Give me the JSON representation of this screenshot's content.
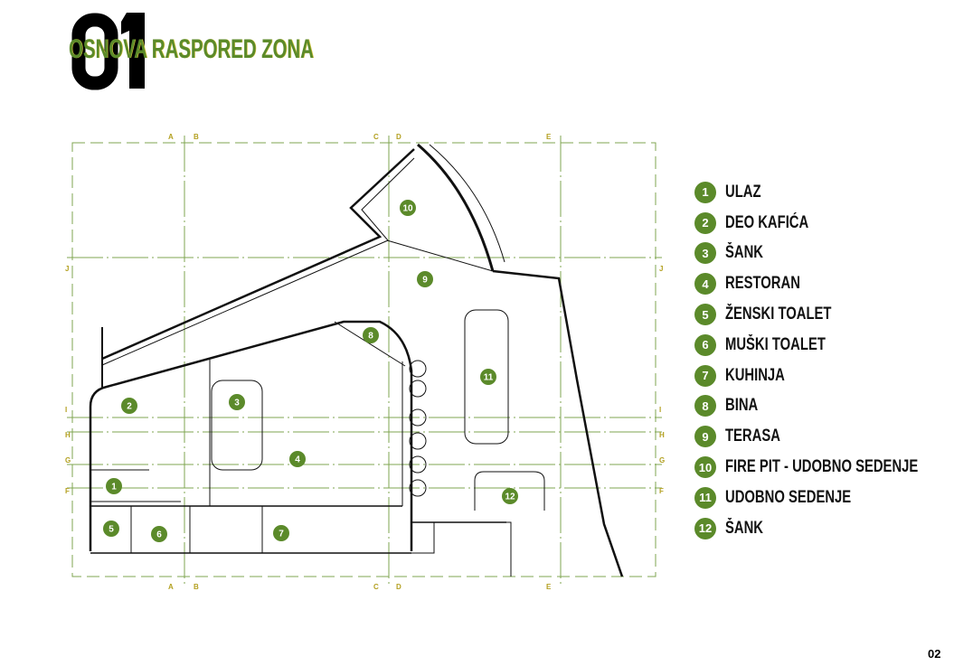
{
  "header": {
    "number": "01",
    "title": "OSNOVA RASPORED ZONA"
  },
  "grid": {
    "columns": [
      "A",
      "B",
      "C",
      "D",
      "E"
    ],
    "rows": [
      "J",
      "I",
      "H",
      "G",
      "F"
    ]
  },
  "markers": [
    "1",
    "2",
    "3",
    "4",
    "5",
    "6",
    "7",
    "8",
    "9",
    "10",
    "11",
    "12"
  ],
  "legend": [
    {
      "n": "1",
      "label": "ULAZ"
    },
    {
      "n": "2",
      "label": "DEO KAFIĆA"
    },
    {
      "n": "3",
      "label": "ŠANK"
    },
    {
      "n": "4",
      "label": "RESTORAN"
    },
    {
      "n": "5",
      "label": "ŽENSKI TOALET"
    },
    {
      "n": "6",
      "label": "MUŠKI TOALET"
    },
    {
      "n": "7",
      "label": "KUHINJA"
    },
    {
      "n": "8",
      "label": "BINA"
    },
    {
      "n": "9",
      "label": "TERASA"
    },
    {
      "n": "10",
      "label": "FIRE PIT - UDOBNO SEDENJE"
    },
    {
      "n": "11",
      "label": "UDOBNO SEDENJE"
    },
    {
      "n": "12",
      "label": "ŠANK"
    }
  ],
  "page_number": "02",
  "colors": {
    "accent": "#5b8a2a",
    "grid": "#7fa650"
  }
}
